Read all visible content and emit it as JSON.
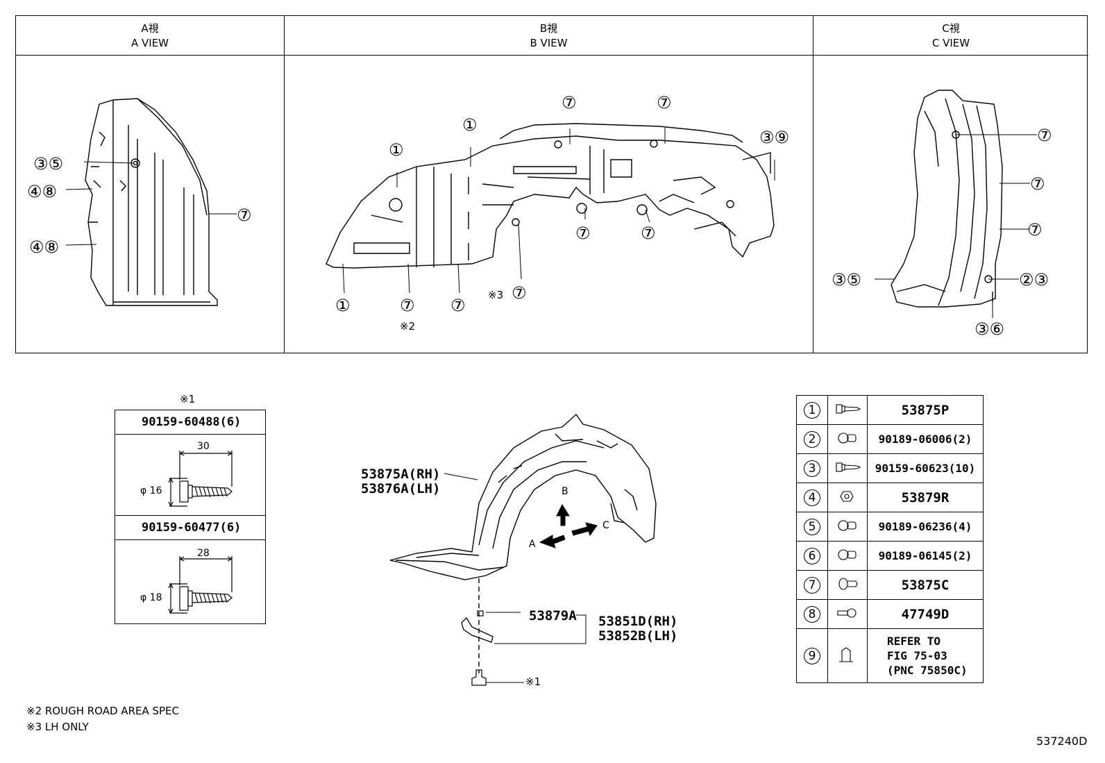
{
  "views": [
    {
      "jp": "A視",
      "en": "A VIEW"
    },
    {
      "jp": "B視",
      "en": "B VIEW"
    },
    {
      "jp": "C視",
      "en": "C VIEW"
    }
  ],
  "callouts": {
    "a": [
      {
        "text": "③⑤"
      },
      {
        "text": "④⑧"
      },
      {
        "text": "④⑧"
      },
      {
        "text": "⑦"
      }
    ],
    "b": [
      {
        "text": "①"
      },
      {
        "text": "①"
      },
      {
        "text": "⑦"
      },
      {
        "text": "⑦"
      },
      {
        "text": "③⑨"
      },
      {
        "text": "⑦"
      },
      {
        "text": "⑦"
      },
      {
        "text": "①"
      },
      {
        "text": "⑦"
      },
      {
        "text": "⑦"
      },
      {
        "text": "⑦"
      },
      {
        "text": "※3"
      },
      {
        "text": "※2"
      }
    ],
    "c": [
      {
        "text": "⑦"
      },
      {
        "text": "⑦"
      },
      {
        "text": "⑦"
      },
      {
        "text": "③⑤"
      },
      {
        "text": "②③"
      },
      {
        "text": "③⑥"
      }
    ]
  },
  "bolt_table": {
    "note": "※1",
    "rows": [
      {
        "part": "90159-60488(6)",
        "length": "30",
        "dia": "φ 16"
      },
      {
        "part": "90159-60477(6)",
        "length": "28",
        "dia": "φ 18"
      }
    ]
  },
  "main_labels": {
    "liner_rh": "53875A(RH)",
    "liner_lh": "53876A(LH)",
    "clip": "53879A",
    "bracket_rh": "53851D(RH)",
    "bracket_lh": "53852B(LH)",
    "bolt_ref": "※1",
    "arrow_a": "A",
    "arrow_b": "B",
    "arrow_c": "C"
  },
  "parts_table": [
    {
      "num": "1",
      "part": "53875P"
    },
    {
      "num": "2",
      "part": "90189-06006(2)"
    },
    {
      "num": "3",
      "part": "90159-60623(10)"
    },
    {
      "num": "4",
      "part": "53879R"
    },
    {
      "num": "5",
      "part": "90189-06236(4)"
    },
    {
      "num": "6",
      "part": "90189-06145(2)"
    },
    {
      "num": "7",
      "part": "53875C"
    },
    {
      "num": "8",
      "part": "47749D"
    },
    {
      "num": "9",
      "part": "REFER TO\nFIG 75-03\n(PNC 75850C)"
    }
  ],
  "footnotes": [
    "※2 ROUGH ROAD AREA SPEC",
    "※3 LH ONLY"
  ],
  "figure_id": "537240D"
}
